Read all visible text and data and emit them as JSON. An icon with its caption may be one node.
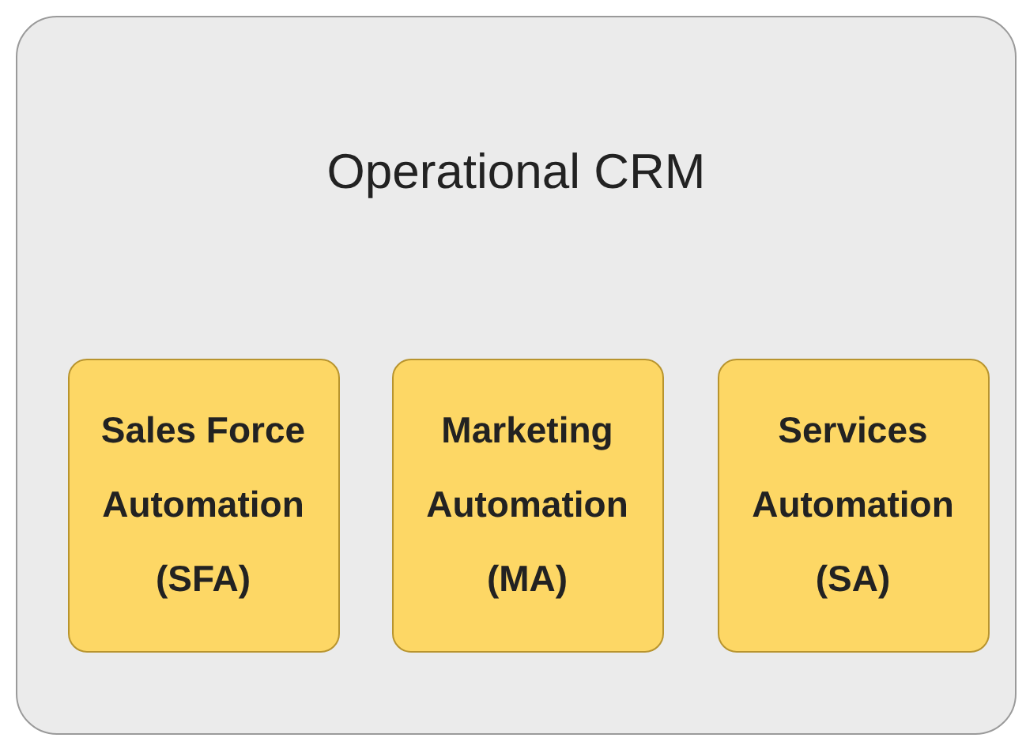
{
  "diagram": {
    "nodes": [
      {
        "text": [
          "Operational CRM"
        ]
      },
      {
        "text": [
          "Sales Force Automation (SFA)"
        ],
        "in": 0
      },
      {
        "text": [
          "Marketing Automation (MA)"
        ],
        "in": 0
      },
      {
        "text": [
          "Services Automation (SA)"
        ],
        "in": 0
      }
    ]
  }
}
